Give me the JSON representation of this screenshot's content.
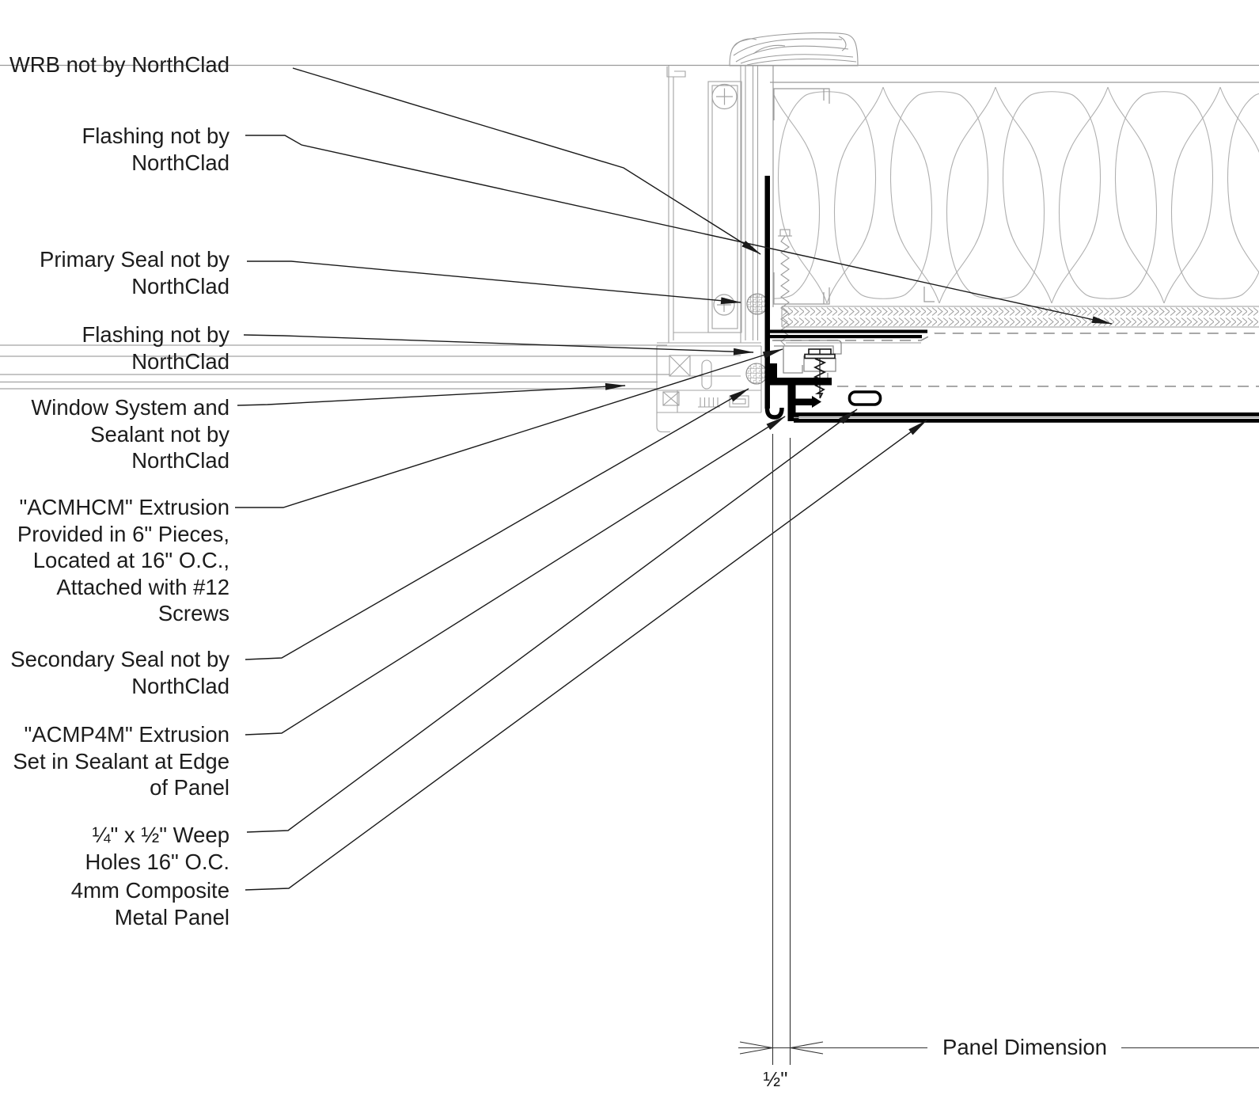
{
  "labels": [
    {
      "id": "wrb",
      "lines": [
        "WRB not by NorthClad"
      ]
    },
    {
      "id": "flashing-upper",
      "lines": [
        "Flashing not by",
        "NorthClad"
      ]
    },
    {
      "id": "primary-seal",
      "lines": [
        "Primary Seal not by",
        "NorthClad"
      ]
    },
    {
      "id": "flashing-lower",
      "lines": [
        "Flashing not by",
        "NorthClad"
      ]
    },
    {
      "id": "window-system",
      "lines": [
        "Window System and",
        "Sealant not by",
        "NorthClad"
      ]
    },
    {
      "id": "acmhcm-extrusion",
      "lines": [
        "\"ACMHCM\" Extrusion",
        "Provided in 6\" Pieces,",
        "Located at 16\" O.C.,",
        "Attached with #12",
        "Screws"
      ]
    },
    {
      "id": "secondary-seal",
      "lines": [
        "Secondary Seal not by",
        "NorthClad"
      ]
    },
    {
      "id": "acmp4m-extrusion",
      "lines": [
        "\"ACMP4M\" Extrusion",
        "Set in Sealant at Edge",
        "of Panel"
      ]
    },
    {
      "id": "weep-holes",
      "lines": [
        "¼\" x ½\" Weep",
        "Holes 16\" O.C."
      ]
    },
    {
      "id": "composite-panel",
      "lines": [
        "4mm Composite",
        "Metal Panel"
      ]
    }
  ],
  "dimension": {
    "panel_label": "Panel Dimension",
    "half_inch": "½\""
  },
  "colors": {
    "line_gray": "#9b9b9b",
    "insulation_gray": "#b0b0b0",
    "dash_gray": "#8c8c8c",
    "black": "#000000"
  }
}
